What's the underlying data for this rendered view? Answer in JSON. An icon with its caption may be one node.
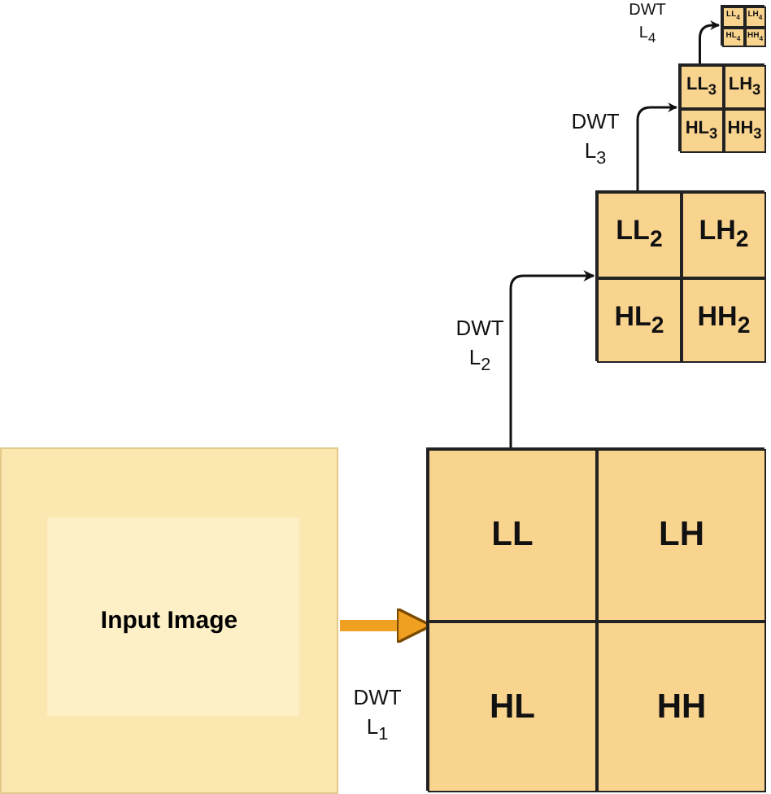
{
  "diagram": {
    "nodes": [
      {
        "text": [
          "Input Image"
        ]
      },
      {
        "text": [],
        "shape": "box"
      },
      {
        "text": [
          "LL"
        ],
        "in": 1
      },
      {
        "text": [
          "LH"
        ],
        "in": 1
      },
      {
        "text": [
          "HL"
        ],
        "in": 1
      },
      {
        "text": [
          "HH"
        ],
        "in": 1
      },
      {
        "text": [],
        "shape": "box"
      },
      {
        "text": [
          "LL$_{2}$"
        ],
        "in": 6
      },
      {
        "text": [
          "LH$_{2}$"
        ],
        "in": 6
      },
      {
        "text": [
          "HL$_{2}$"
        ],
        "in": 6
      },
      {
        "text": [
          "HH$_{2}$"
        ],
        "in": 6
      },
      {
        "text": [],
        "shape": "box"
      },
      {
        "text": [
          "LL$_{3}$"
        ],
        "in": 11
      },
      {
        "text": [
          "LH$_{3}$"
        ],
        "in": 11
      },
      {
        "text": [
          "HL$_{3}$"
        ],
        "in": 11
      },
      {
        "text": [
          "HH$_{3}$"
        ],
        "in": 11
      },
      {
        "text": [],
        "shape": "box"
      },
      {
        "text": [
          "LL$_{4}$"
        ],
        "in": 16
      },
      {
        "text": [
          "LH$_{4}$"
        ],
        "in": 16
      },
      {
        "text": [
          "HL$_{4}$"
        ],
        "in": 16
      },
      {
        "text": [
          "HH$_{4}$"
        ],
        "in": 16
      }
    ],
    "edges": [
      {
        "from": 0,
        "to": 1,
        "arrow": "to",
        "label": "DWT L$_{1}$",
        "style": "thick",
        "color": "#f0a020"
      },
      {
        "from": 2,
        "to": 6,
        "arrow": "to",
        "label": "DWT L$_{2}$"
      },
      {
        "from": 7,
        "to": 11,
        "arrow": "to",
        "label": "DWT L$_{3}$"
      },
      {
        "from": 12,
        "to": 16,
        "arrow": "to",
        "label": "DWT L$_{4}$"
      }
    ]
  }
}
